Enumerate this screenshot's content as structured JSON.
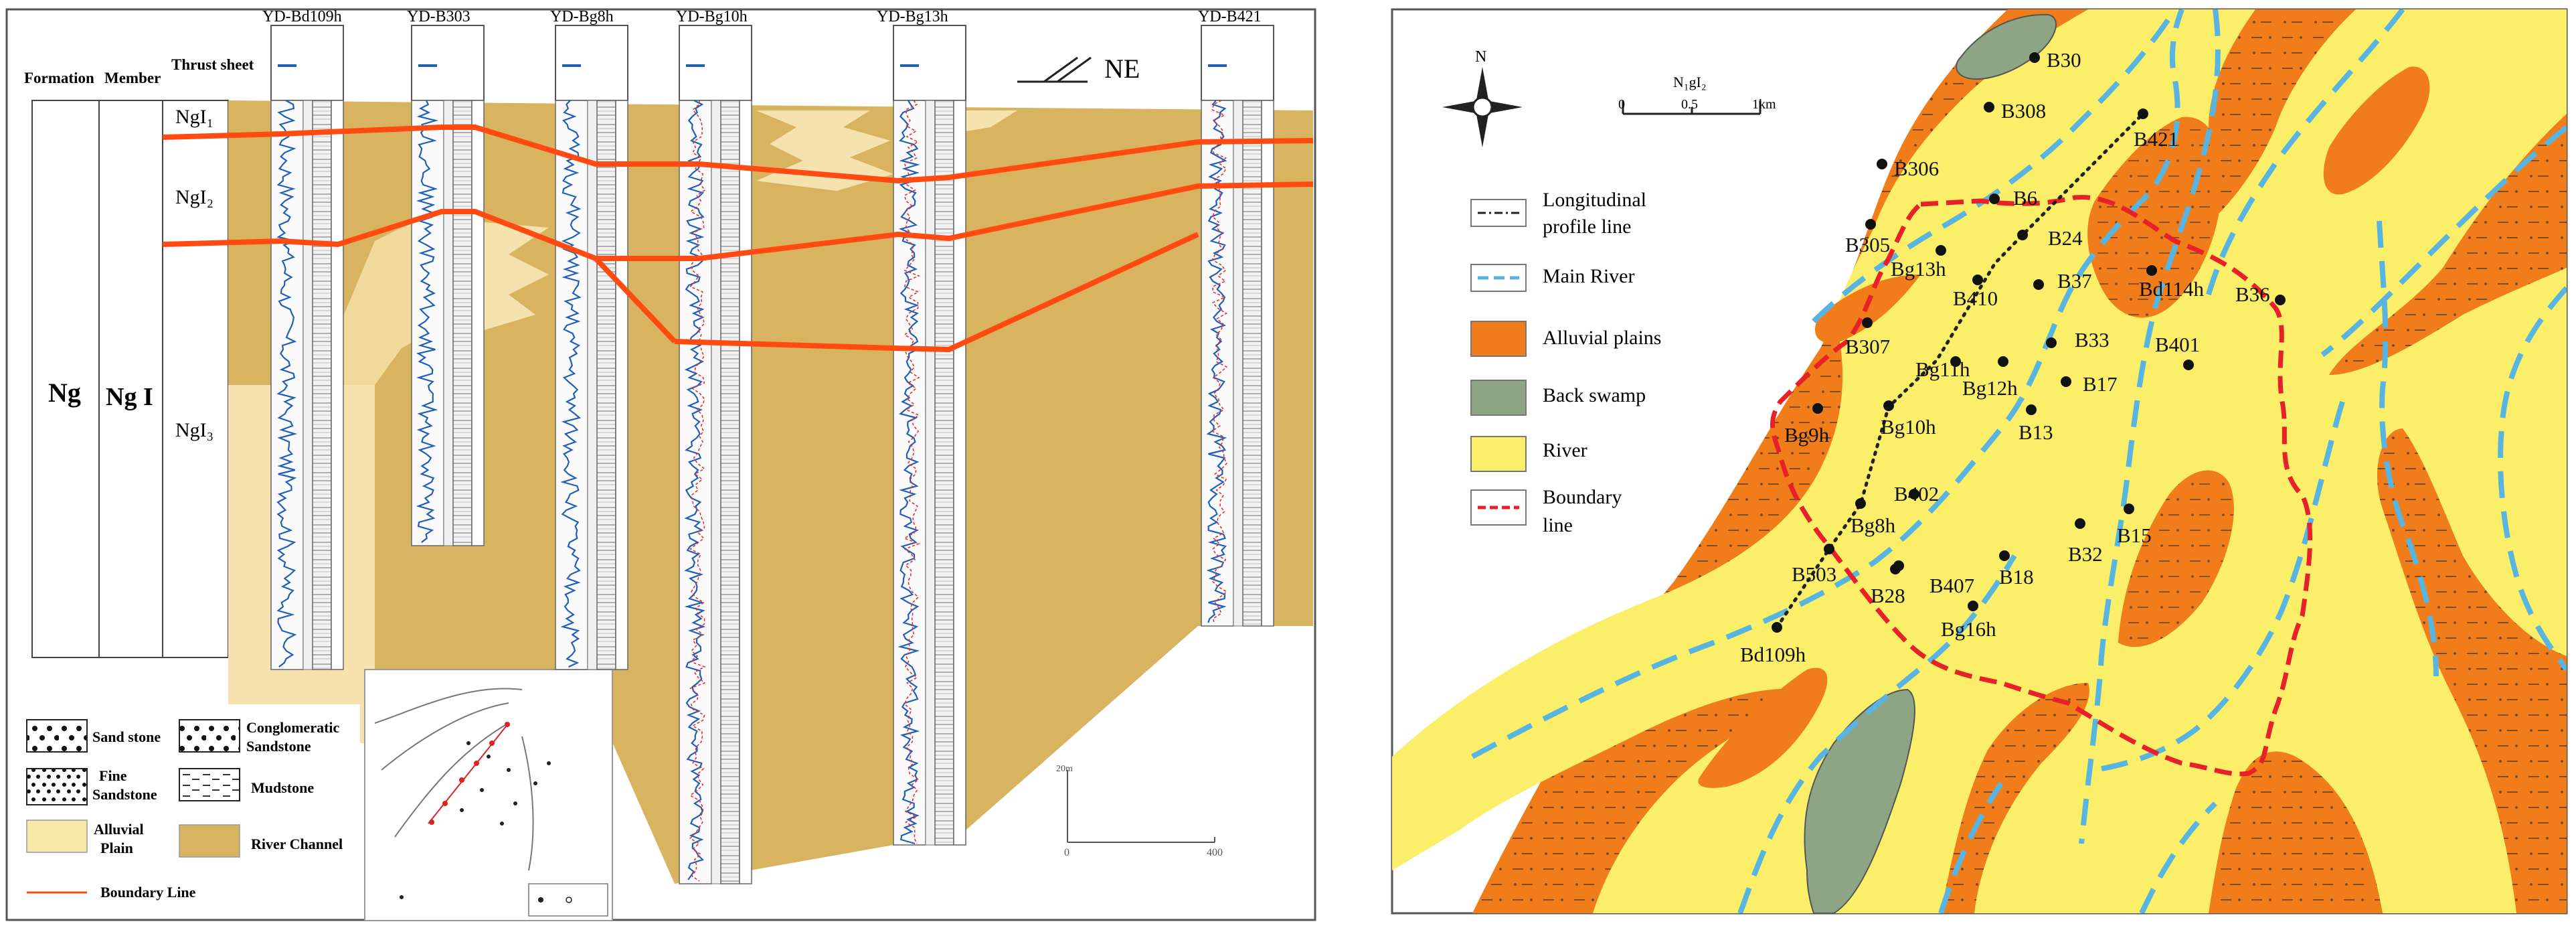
{
  "left_panel": {
    "wells": [
      "YD-Bd109h",
      "YD-B303",
      "YD-Bg8h",
      "YD-Bg10h",
      "YD-Bg13h",
      "YD-B421"
    ],
    "headers": {
      "formation": "Formation",
      "member": "Member",
      "thrust_sheet": "Thrust sheet"
    },
    "formation_value": "Ng",
    "member_value": "Ng I",
    "sheets": [
      "NgI₁",
      "NgI₂",
      "NgI₃"
    ],
    "direction": "NE",
    "scale_vertical": "20m",
    "scale_h_start": "0",
    "scale_h_end": "400",
    "legend": {
      "sand_stone": "Sand stone",
      "conglomeratic": "Conglomeratic Sandstone",
      "fine_sandstone": "Fine Sandstone",
      "mudstone": "Mudstone",
      "alluvial_plain": "Alluvial Plain",
      "river_channel": "River Channel",
      "boundary_line": "Boundary Line"
    }
  },
  "right_panel": {
    "north": "N",
    "scale_title": "N₁gI₂",
    "scale_labels": [
      "0",
      "0.5",
      "1km"
    ],
    "legend": {
      "profile_line": "Longitudinal profile line",
      "main_river": "Main River",
      "alluvial_plains": "Alluvial plains",
      "back_swamp": "Back swamp",
      "river": "River",
      "boundary": "Boundary line"
    },
    "wells": [
      "B30",
      "B308",
      "B421",
      "B306",
      "B6",
      "B305",
      "B24",
      "Bg13h",
      "B37",
      "B410",
      "Bd114h",
      "B36",
      "B307",
      "B33",
      "B401",
      "Bg11h",
      "Bg12h",
      "B17",
      "B13",
      "Bg9h",
      "Bg10h",
      "B402",
      "Bg8h",
      "B15",
      "B32",
      "B503",
      "B407",
      "B18",
      "B28",
      "Bg16h",
      "Bd109h"
    ]
  },
  "colors": {
    "orange": "#f07c1a",
    "yellow": "#fbef6a",
    "swamp": "#8ea585",
    "river_blue": "#58b5e1",
    "boundary_red": "#e8202a",
    "section_tan": "#d8b460",
    "section_light": "#f5e2ae",
    "section_line": "#ff4a12"
  }
}
